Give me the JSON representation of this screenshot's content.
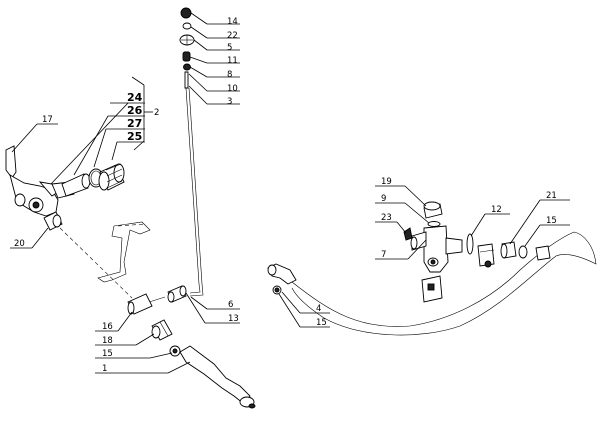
{
  "callouts": {
    "c14": "14",
    "c22": "22",
    "c5": "5",
    "c11": "11",
    "c8": "8",
    "c10": "10",
    "c3": "3",
    "c2": "2",
    "c24": "24",
    "c26": "26",
    "c27": "27",
    "c25": "25",
    "c17": "17",
    "c20": "20",
    "c6": "6",
    "c13": "13",
    "c16": "16",
    "c18": "18",
    "c15a": "15",
    "c1": "1",
    "c19": "19",
    "c9": "9",
    "c23": "23",
    "c7": "7",
    "c12": "12",
    "c21": "21",
    "c15b": "15",
    "c4": "4",
    "c15c": "15"
  }
}
